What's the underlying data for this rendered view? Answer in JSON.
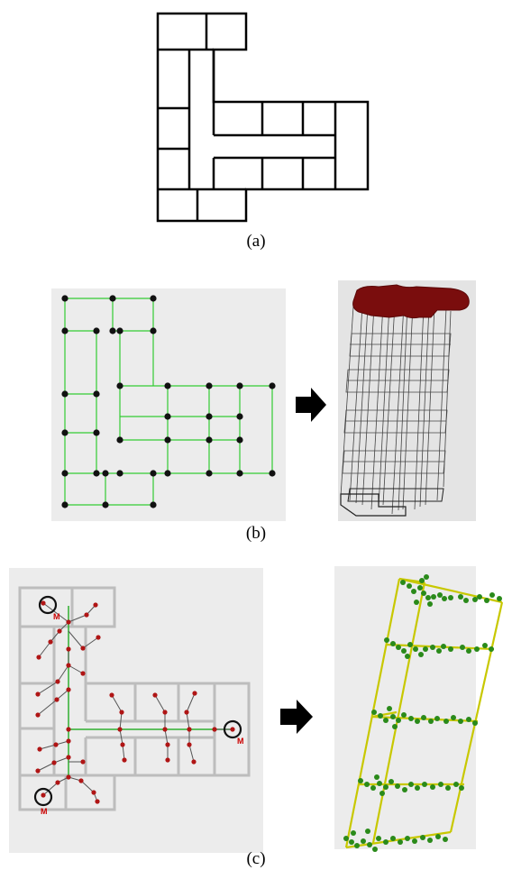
{
  "captions": {
    "a": "(a)",
    "b": "(b)",
    "c": "(c)"
  },
  "markers": {
    "label": "M"
  },
  "icons": {
    "arrow_b": "right-arrow-icon",
    "arrow_c": "right-arrow-icon"
  },
  "colors": {
    "outline": "#000000",
    "graph_edge": "#33cc33",
    "graph_node": "#111111",
    "roof": "#7a0d0d",
    "wireframe": "#333333",
    "plan_wall": "#bdbdbd",
    "tree_edge": "#2fae2f",
    "tree_node": "#b01515",
    "tree_branch": "#555555",
    "frame_3d": "#c8c800",
    "frame_node": "#2a8a1a",
    "marker_label": "#cc0000",
    "panel_bg": "#ececec"
  }
}
